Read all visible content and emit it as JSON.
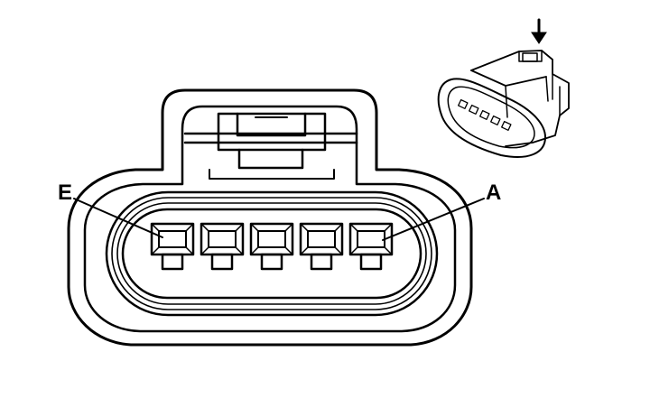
{
  "diagram": {
    "pin_labels": {
      "left": "E",
      "right": "A"
    },
    "pin_count": 5,
    "inset_arrow": "down-arrow-icon"
  }
}
